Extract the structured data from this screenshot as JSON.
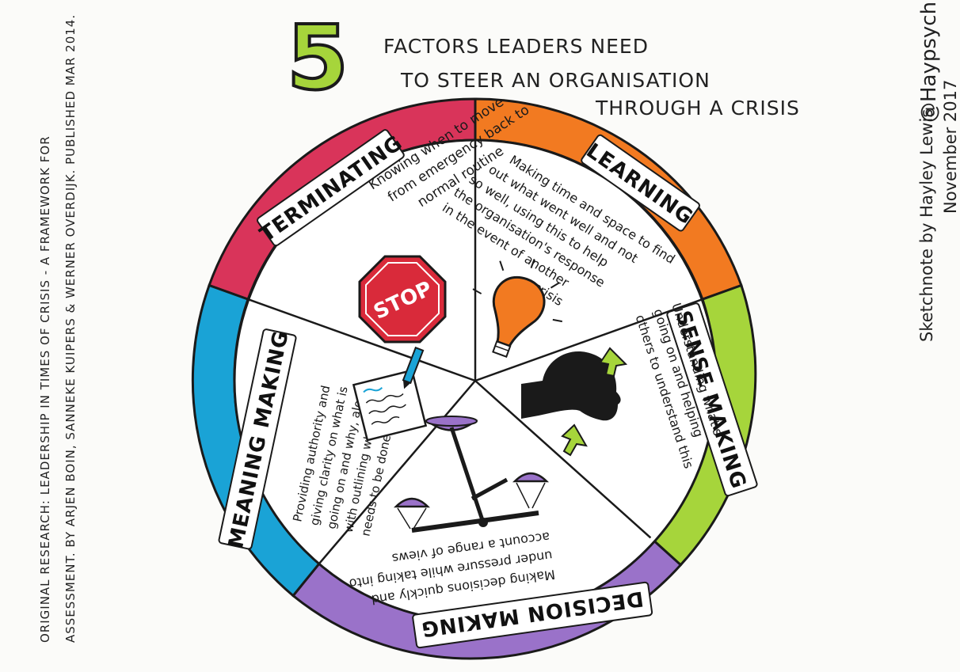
{
  "title": {
    "number": "5",
    "line1": "FACTORS LEADERS NEED",
    "line2": "TO STEER AN ORGANISATION",
    "line3": "THROUGH A CRISIS"
  },
  "credits": {
    "research_line1": "ORIGINAL RESEARCH:  LEADERSHIP IN TIMES OF CRISIS - A FRAMEWORK FOR",
    "research_line2": "ASSESSMENT. BY ARJEN BOIN, SANNEKE KUIPERS & WERNER OVERDIJK. PUBLISHED MAR 2014.",
    "sketchnote": "Sketchnote by Hayley Lewis",
    "handle": "@Haypsych",
    "date": "November 2017"
  },
  "segments": {
    "terminating": {
      "label": "TERMINATING",
      "lines": [
        "Knowing when to move",
        "from emergency back to",
        "normal routine"
      ],
      "icon_text": "STOP",
      "color": "#d9345a"
    },
    "learning": {
      "label": "LEARNING",
      "lines": [
        "Making time and space to find",
        "out what went well and not",
        "so well, using this to help",
        "the organisation's response",
        "in the event of another",
        "crisis"
      ],
      "color": "#f27a21"
    },
    "sense_making": {
      "label": "SENSE MAKING",
      "lines": [
        "Understanding what's",
        "going on and helping",
        "others to understand this"
      ],
      "color": "#a6d53b"
    },
    "decision_making": {
      "label": "DECISION MAKING",
      "lines": [
        "Making decisions quickly and",
        "under pressure while taking into",
        "account a range of views"
      ],
      "color": "#9a72c9"
    },
    "meaning_making": {
      "label": "MEANING MAKING",
      "lines": [
        "Providing authority and",
        "giving clarity on what is",
        "going on and why, along",
        "with outlining what",
        "needs to be done"
      ],
      "color": "#1aa3d6"
    }
  },
  "icons": [
    "stop-sign-icon",
    "light-bulb-icon",
    "head-silhouette-icon",
    "balance-scale-icon",
    "notepad-pen-icon"
  ]
}
